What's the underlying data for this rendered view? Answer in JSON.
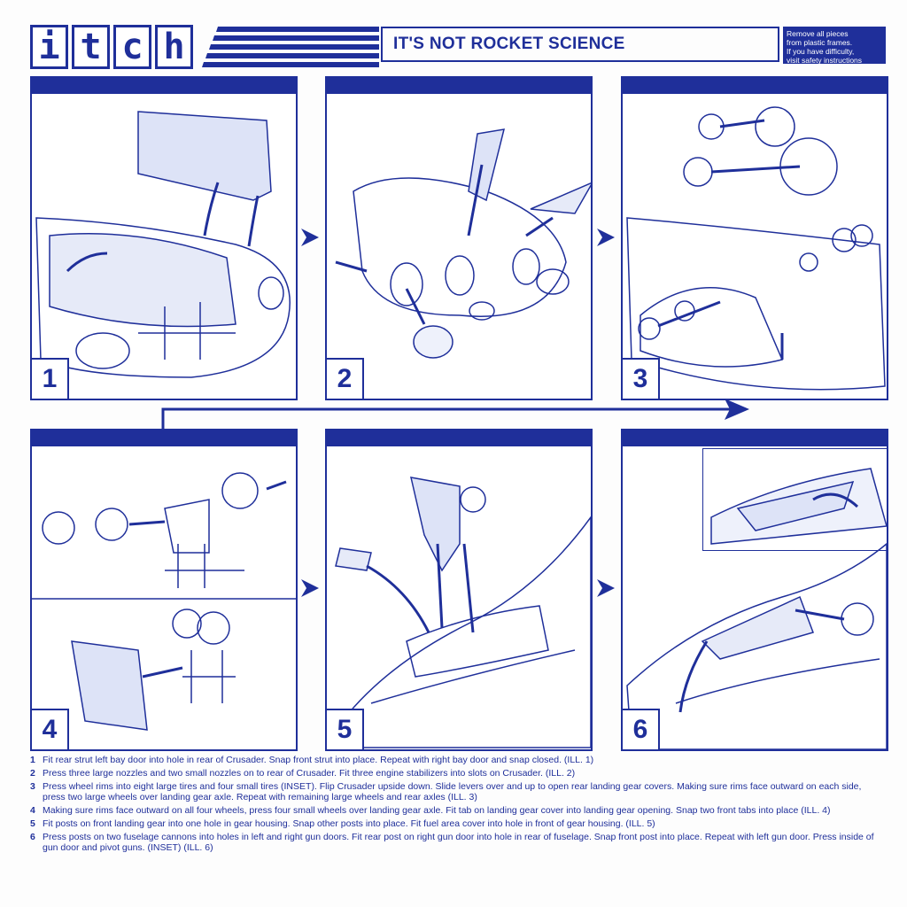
{
  "header": {
    "logo_letters": [
      "i",
      "t",
      "c",
      "h"
    ],
    "title": "IT'S NOT ROCKET SCIENCE",
    "note_lines": [
      "Remove all pieces",
      "from plastic frames.",
      "If you have difficulty,",
      "visit safety instructions"
    ]
  },
  "panels": [
    {
      "number": "1"
    },
    {
      "number": "2"
    },
    {
      "number": "3"
    },
    {
      "number": "4"
    },
    {
      "number": "5"
    },
    {
      "number": "6"
    }
  ],
  "instructions": [
    {
      "number": "1",
      "text": "Fit rear strut left bay door into hole in rear of Crusader. Snap front strut into place. Repeat with right bay door and snap closed. (ILL. 1)"
    },
    {
      "number": "2",
      "text": "Press three large nozzles and two small nozzles on to rear of Crusader. Fit three engine stabilizers into slots on Crusader. (ILL. 2)"
    },
    {
      "number": "3",
      "text": "Press wheel rims into eight large tires and four small tires (INSET). Flip Crusader upside down. Slide levers over and up to open rear landing gear covers. Making sure rims face outward on each side, press two large wheels over landing gear axle. Repeat with remaining large wheels and rear axles (ILL. 3)"
    },
    {
      "number": "4",
      "text": "Making sure rims face outward on all four wheels, press four small wheels over landing gear axle. Fit tab on landing gear cover into landing gear opening. Snap two front tabs into place (ILL. 4)"
    },
    {
      "number": "5",
      "text": "Fit posts on front landing gear into one hole in gear housing. Snap other posts into place. Fit fuel area cover into hole in front of gear housing. (ILL. 5)"
    },
    {
      "number": "6",
      "text": "Press posts on two fuselage cannons into holes in left and right gun doors. Fit rear post on right gun door into hole in rear of fuselage. Snap front post into place. Repeat with left gun door. Press inside of gun door and pivot guns. (INSET) (ILL. 6)"
    }
  ],
  "colors": {
    "ink": "#1f2f9a",
    "paper": "#fdfdfd"
  }
}
